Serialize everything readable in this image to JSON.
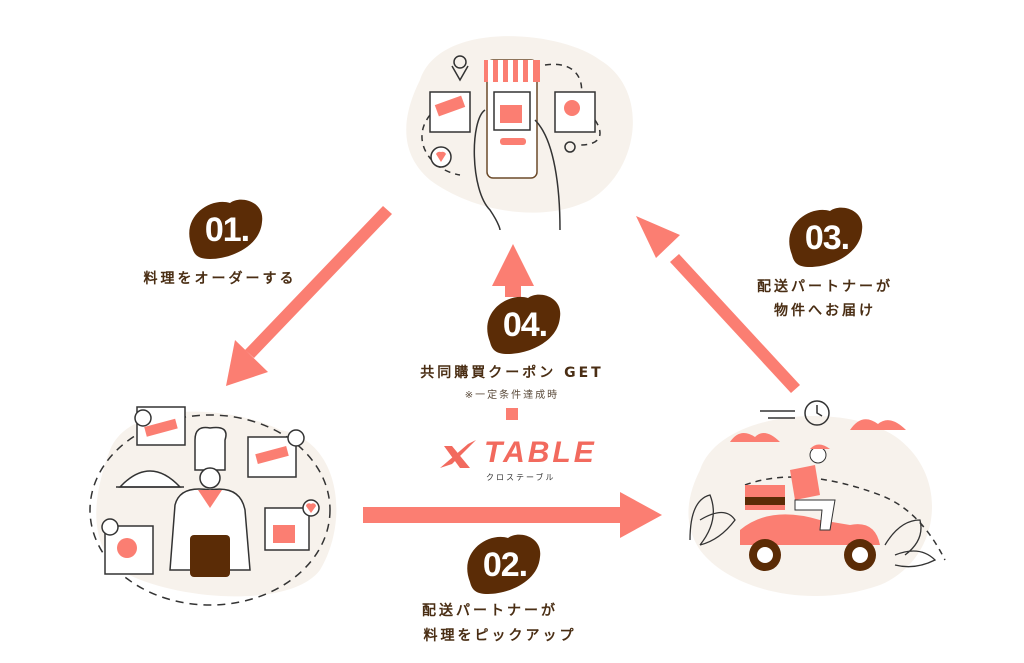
{
  "colors": {
    "accent": "#fb7e72",
    "brand_brown": "#5b2c06",
    "blob_bg": "#f7f2ec",
    "text": "#4a2e14"
  },
  "steps": [
    {
      "number": "01.",
      "caption_lines": [
        "料理をオーダーする"
      ]
    },
    {
      "number": "02.",
      "caption_lines": [
        "配送パートナーが",
        "料理をピックアップ"
      ]
    },
    {
      "number": "03.",
      "caption_lines": [
        "配送パートナーが",
        "物件へお届け"
      ]
    },
    {
      "number": "04.",
      "caption_lines": [
        "共同購買クーポン GET"
      ],
      "note": "※一定条件達成時"
    }
  ],
  "logo": {
    "wordmark": "TABLE",
    "kana": "クロステーブル",
    "full_name": "X TABLE"
  },
  "illustrations": {
    "order": "smartphone-shop-icon",
    "chef": "chef-icon",
    "delivery": "scooter-delivery-icon"
  }
}
